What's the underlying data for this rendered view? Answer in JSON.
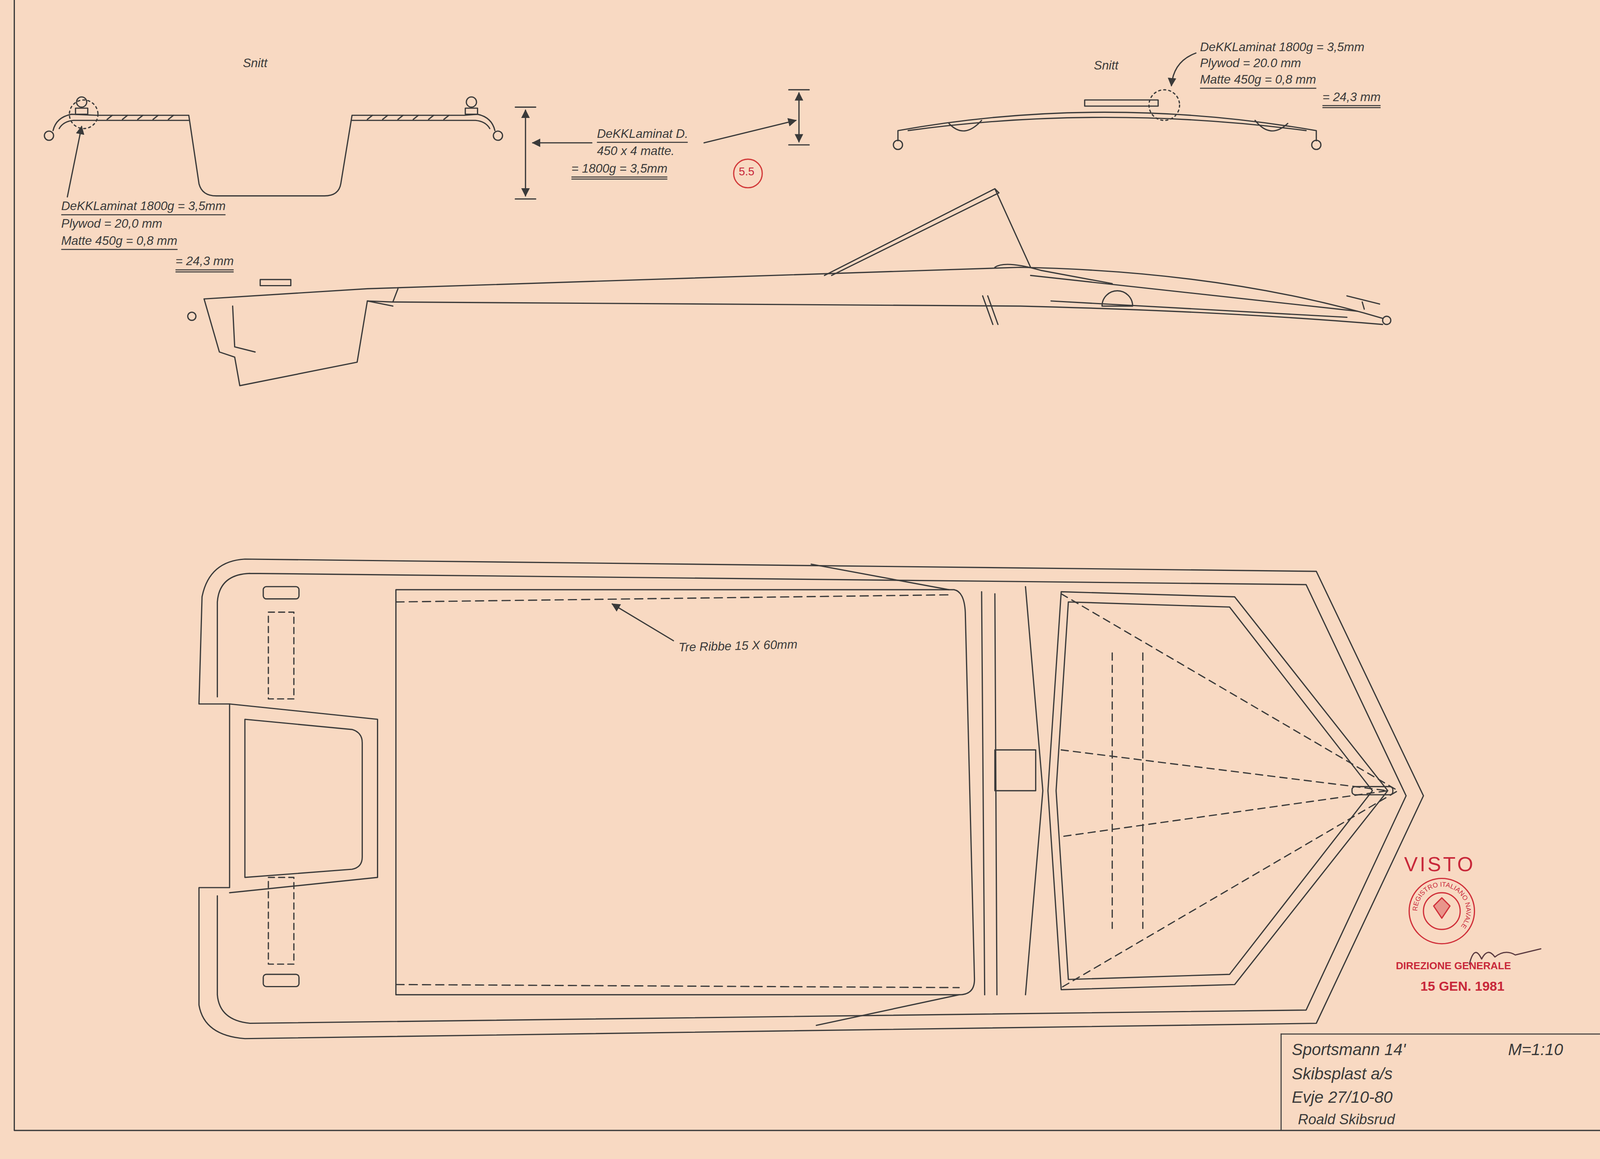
{
  "diagram": {
    "nodes": [
      {
        "text": [
          "Sportsmann 14'",
          "M=1:10",
          "Skibsplast a/s",
          "Evje 27/10-80",
          "Roald Skibsrud"
        ]
      }
    ],
    "labels": [
      "Snitt",
      "Snitt",
      "DeKKLaminat 1800g = 3,5mm",
      "Plywod = 20,0 mm",
      "Matte 450g = 0,8 mm",
      "= 24,3 mm",
      "DeKKLaminat D.",
      "450 x 4 matte.",
      "= 1800g = 3,5mm",
      "5.5",
      "DeKKLaminat 1800g = 3,5mm",
      "Plywod = 20.0 mm",
      "Matte 450g = 0,8 mm",
      "= 24,3 mm",
      "Tre Ribbe 15 X 60mm",
      "VISTO",
      "REGISTRO ITALIANO NAVALE",
      "DIREZIONE GENERALE",
      "15 GEN. 1981"
    ]
  }
}
